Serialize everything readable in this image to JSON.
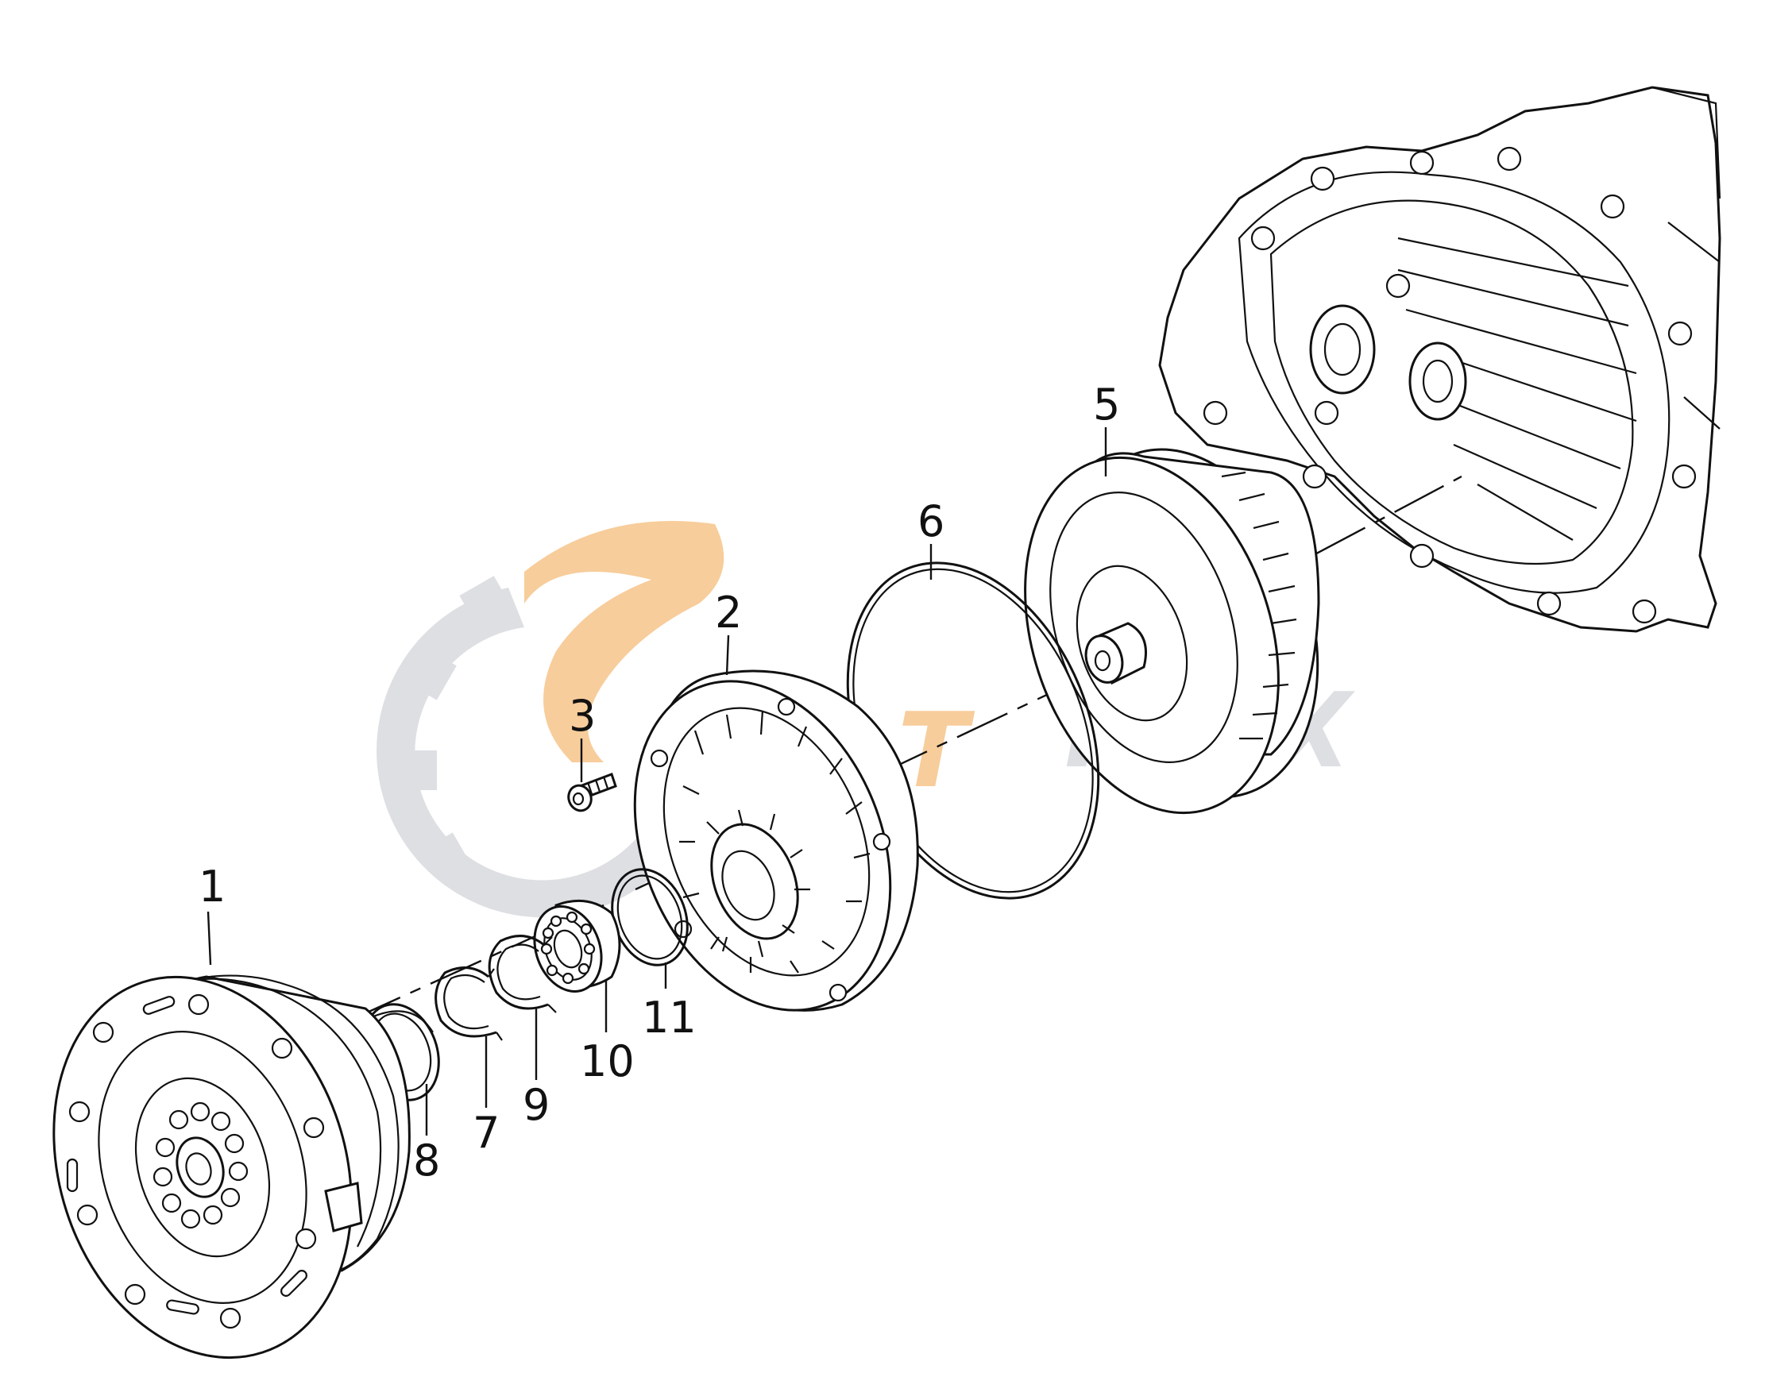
{
  "diagram": {
    "callouts": [
      {
        "id": "1",
        "label": "1"
      },
      {
        "id": "2",
        "label": "2"
      },
      {
        "id": "3",
        "label": "3"
      },
      {
        "id": "5",
        "label": "5"
      },
      {
        "id": "6",
        "label": "6"
      },
      {
        "id": "7",
        "label": "7"
      },
      {
        "id": "8",
        "label": "8"
      },
      {
        "id": "9",
        "label": "9"
      },
      {
        "id": "10",
        "label": "10"
      },
      {
        "id": "11",
        "label": "11"
      }
    ]
  },
  "watermark": {
    "brand_letter": "T",
    "brand_suffix": "FLEX",
    "colors": {
      "orange": "#f5b36b",
      "grey": "#c9ccd1"
    }
  },
  "colors": {
    "line": "#111111",
    "background": "#ffffff"
  }
}
